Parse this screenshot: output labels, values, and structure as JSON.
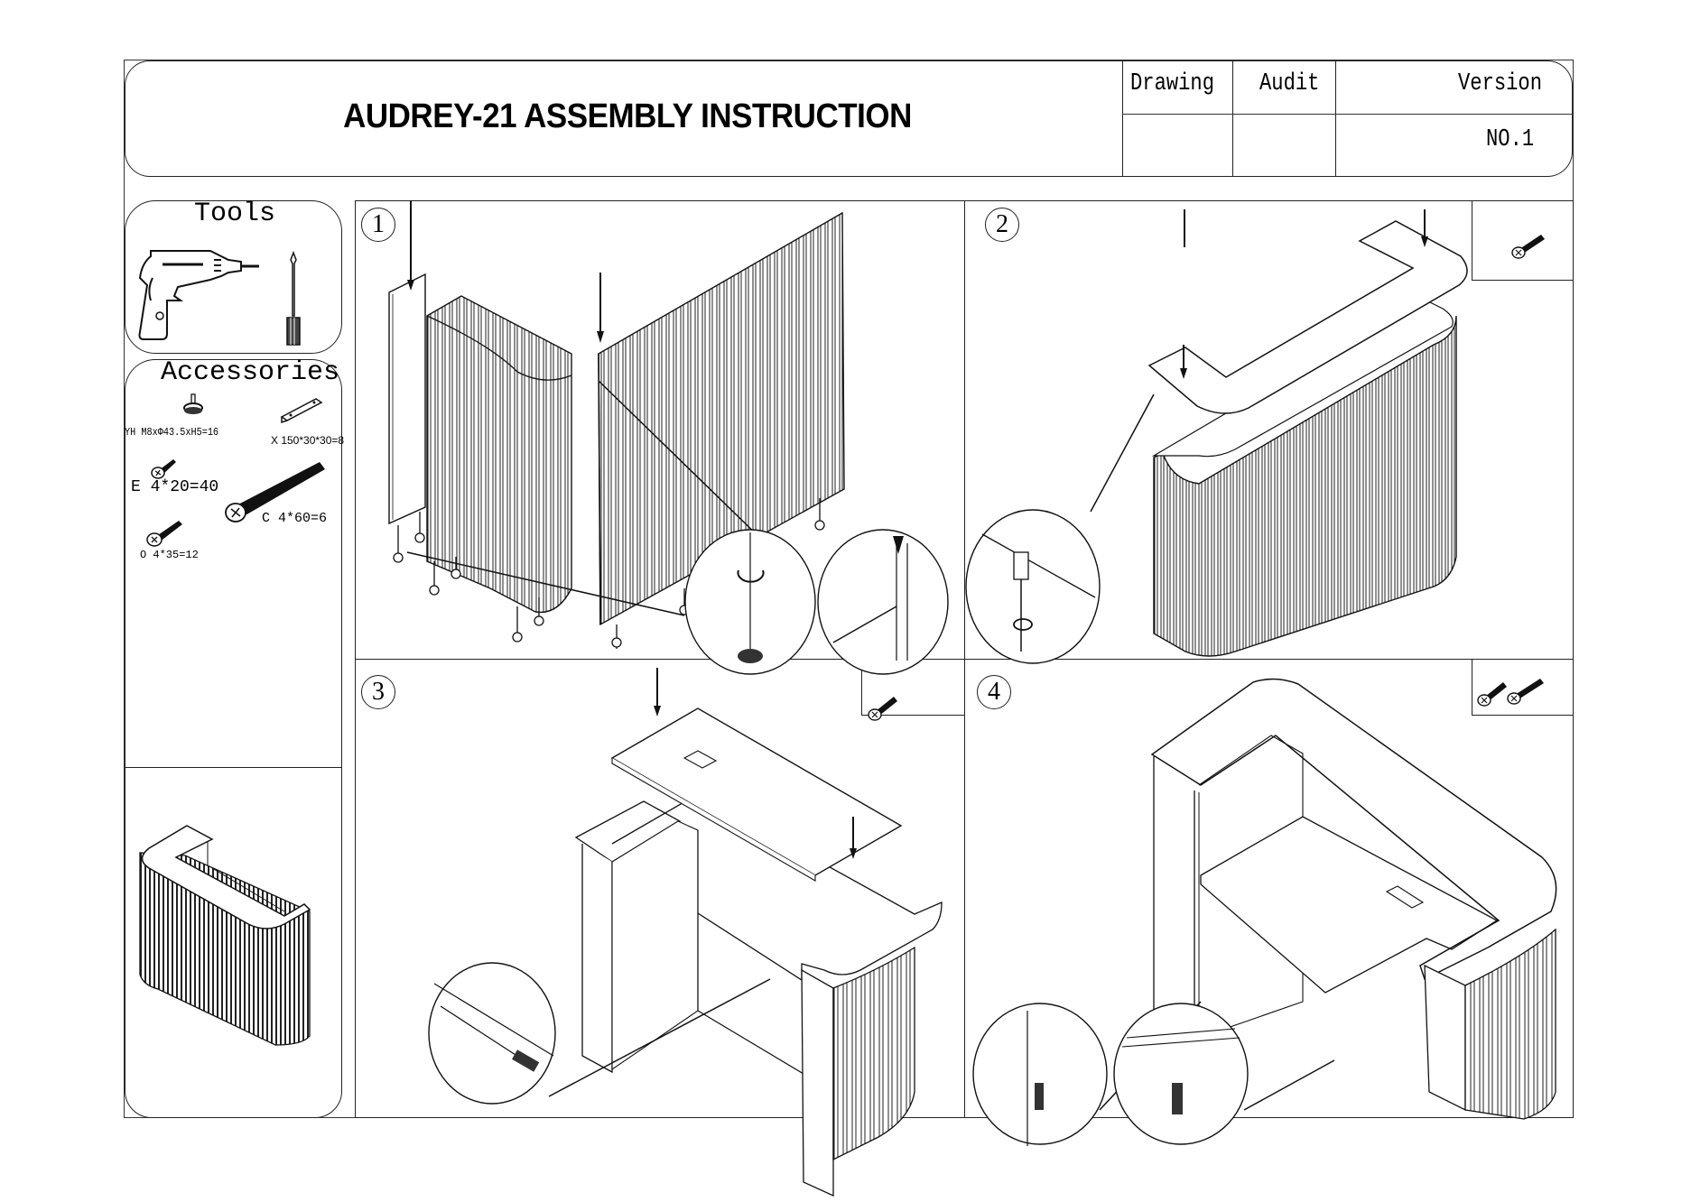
{
  "header": {
    "title": "AUDREY-21 ASSEMBLY INSTRUCTION",
    "columns": [
      {
        "label": "Drawing",
        "value": ""
      },
      {
        "label": "Audit",
        "value": ""
      },
      {
        "label": "Version",
        "value": "NO.1"
      }
    ]
  },
  "tools": {
    "title": "Tools",
    "items": [
      {
        "name": "electric-drill",
        "icon": "drill-icon"
      },
      {
        "name": "screwdriver",
        "icon": "screwdriver-icon"
      }
    ]
  },
  "accessories": {
    "title": "Accessories",
    "items": [
      {
        "code": "YH",
        "label": "YH M8xΦ43.5xH5=16",
        "icon": "leveling-foot-icon"
      },
      {
        "code": "X",
        "label": "X 150*30*30=8",
        "icon": "angle-bracket-icon"
      },
      {
        "code": "E",
        "label": "E 4*20=40",
        "icon": "screw-icon"
      },
      {
        "code": "C",
        "label": "C 4*60=6",
        "icon": "long-screw-icon"
      },
      {
        "code": "O",
        "label": "O 4*35=12",
        "icon": "screw-icon"
      }
    ]
  },
  "preview": {
    "description": "assembled reception desk"
  },
  "steps": [
    {
      "number": "1",
      "screws": 0
    },
    {
      "number": "2",
      "screws": 1
    },
    {
      "number": "3",
      "screws": 1
    },
    {
      "number": "4",
      "screws": 2
    }
  ]
}
